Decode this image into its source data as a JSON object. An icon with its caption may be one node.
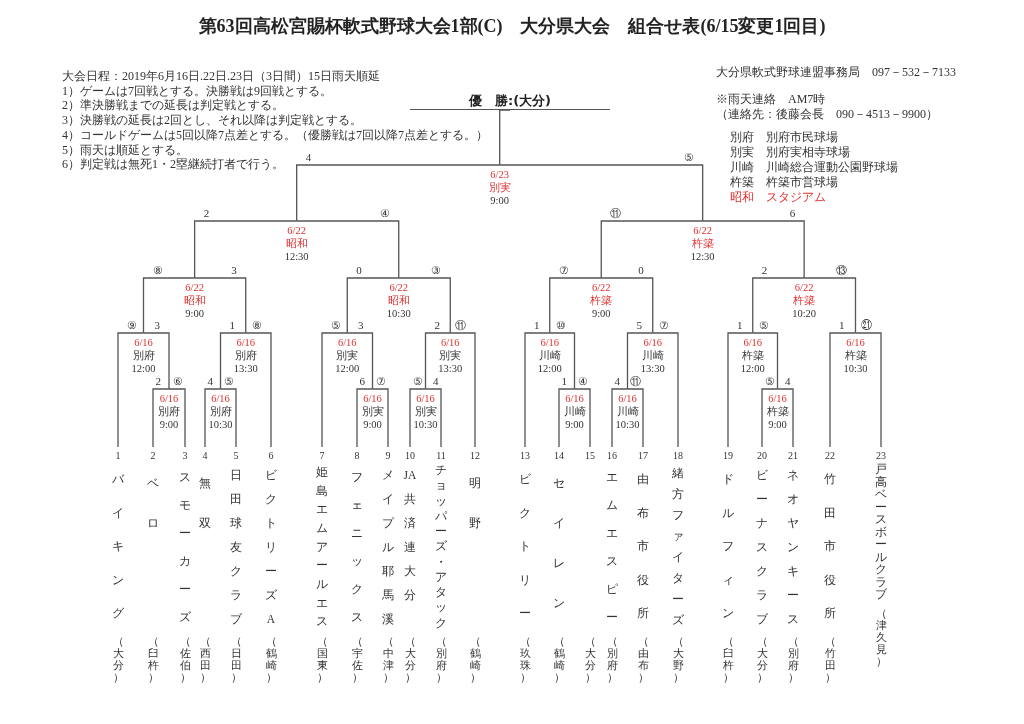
{
  "diagram": {
    "title": "第63回高松宮賜杯軟式野球大会1部(C)　大分県大会　組合せ表(6/15変更1回目)",
    "nodes": [
      {
        "text": [
          "優　勝:(大分)"
        ]
      },
      {
        "text": [
          "6/23",
          "別実",
          "9:00"
        ]
      },
      {
        "text": [
          "6/22",
          "昭和",
          "12:30"
        ]
      },
      {
        "text": [
          "6/22",
          "杵築",
          "12:30"
        ]
      },
      {
        "text": [
          "6/22",
          "昭和",
          "9:00"
        ]
      },
      {
        "text": [
          "6/22",
          "昭和",
          "10:30"
        ]
      },
      {
        "text": [
          "6/22",
          "杵築",
          "9:00"
        ]
      },
      {
        "text": [
          "6/22",
          "杵築",
          "10:20"
        ]
      },
      {
        "text": [
          "6/16",
          "別府",
          "12:00"
        ]
      },
      {
        "text": [
          "6/16",
          "別府",
          "13:30"
        ]
      },
      {
        "text": [
          "6/16",
          "別実",
          "12:00"
        ]
      },
      {
        "text": [
          "6/16",
          "別実",
          "13:30"
        ]
      },
      {
        "text": [
          "6/16",
          "川崎",
          "12:00"
        ]
      },
      {
        "text": [
          "6/16",
          "川崎",
          "13:30"
        ]
      },
      {
        "text": [
          "6/16",
          "杵築",
          "12:00"
        ]
      },
      {
        "text": [
          "6/16",
          "杵築",
          "10:30"
        ]
      },
      {
        "text": [
          "6/16",
          "別府",
          "9:00"
        ]
      },
      {
        "text": [
          "6/16",
          "別府",
          "10:30"
        ]
      },
      {
        "text": [
          "6/16",
          "別実",
          "9:00"
        ]
      },
      {
        "text": [
          "6/16",
          "別実",
          "10:30"
        ]
      },
      {
        "text": [
          "6/16",
          "川崎",
          "9:00"
        ]
      },
      {
        "text": [
          "6/16",
          "川崎",
          "10:30"
        ]
      },
      {
        "text": [
          "6/16",
          "杵築",
          "9:00"
        ]
      },
      {
        "text": [
          "バイキング",
          "（大分）"
        ],
        "beside": [
          "1"
        ]
      },
      {
        "text": [
          "ベロ",
          "（臼杵）"
        ],
        "beside": [
          "2"
        ]
      },
      {
        "text": [
          "スモーカーズ",
          "（佐伯）"
        ],
        "beside": [
          "3"
        ]
      },
      {
        "text": [
          "無双",
          "（西田）"
        ],
        "beside": [
          "4"
        ]
      },
      {
        "text": [
          "日田球友クラブ",
          "（日田）"
        ],
        "beside": [
          "5"
        ]
      },
      {
        "text": [
          "ビクトリーズA",
          "（鶴崎）"
        ],
        "beside": [
          "6"
        ]
      },
      {
        "text": [
          "姫島エムアールエス",
          "（国東）"
        ],
        "beside": [
          "7"
        ]
      },
      {
        "text": [
          "フェニックス",
          "（宇佐）"
        ],
        "beside": [
          "8"
        ]
      },
      {
        "text": [
          "メイプル耶馬溪",
          "（中津）"
        ],
        "beside": [
          "9"
        ]
      },
      {
        "text": [
          "JA共済連大分",
          "（大分）"
        ],
        "beside": [
          "10"
        ]
      },
      {
        "text": [
          "チョッパーズ・アタック",
          "（別府）"
        ],
        "beside": [
          "11"
        ]
      },
      {
        "text": [
          "明野",
          "（鶴崎）"
        ],
        "beside": [
          "12"
        ]
      },
      {
        "text": [
          "ビクトリー",
          "（玖珠）"
        ],
        "beside": [
          "13"
        ]
      },
      {
        "text": [
          "セイレン",
          "（鶴崎）"
        ],
        "beside": [
          "14"
        ]
      },
      {
        "text": [
          "（大分）"
        ],
        "beside": [
          "15"
        ]
      },
      {
        "text": [
          "エムエスピー",
          "（別府）"
        ],
        "beside": [
          "16"
        ]
      },
      {
        "text": [
          "由布市役所",
          "（由布）"
        ],
        "beside": [
          "17"
        ]
      },
      {
        "text": [
          "緒方ファイターズ",
          "（大野）"
        ],
        "beside": [
          "18"
        ]
      },
      {
        "text": [
          "ドルフィン",
          "（臼杵）"
        ],
        "beside": [
          "19"
        ]
      },
      {
        "text": [
          "ビーナスクラブ",
          "（大分）"
        ],
        "beside": [
          "20"
        ]
      },
      {
        "text": [
          "ネオヤンキース",
          "（別府）"
        ],
        "beside": [
          "21"
        ]
      },
      {
        "text": [
          "竹田市役所",
          "（竹田）"
        ],
        "beside": [
          "22"
        ]
      },
      {
        "text": [
          "戸高ベースボールクラブ",
          "（津久見）"
        ],
        "beside": [
          "23"
        ]
      }
    ],
    "edges": [
      {
        "from": 1,
        "to": 0,
        "arrow": "none"
      },
      {
        "from": 2,
        "to": 1,
        "arrow": "none",
        "label": "4"
      },
      {
        "from": 3,
        "to": 1,
        "arrow": "none",
        "label": "⑤"
      },
      {
        "from": 4,
        "to": 2,
        "arrow": "none",
        "label": "2"
      },
      {
        "from": 5,
        "to": 2,
        "arrow": "none",
        "label": "④"
      },
      {
        "from": 6,
        "to": 3,
        "arrow": "none",
        "label": "⑪"
      },
      {
        "from": 7,
        "to": 3,
        "arrow": "none",
        "label": "6"
      },
      {
        "from": 8,
        "to": 4,
        "arrow": "none",
        "label": "⑧"
      },
      {
        "from": 9,
        "to": 4,
        "arrow": "none",
        "label": "3"
      },
      {
        "from": 10,
        "to": 5,
        "arrow": "none",
        "label": "0"
      },
      {
        "from": 11,
        "to": 5,
        "arrow": "none",
        "label": "③"
      },
      {
        "from": 12,
        "to": 6,
        "arrow": "none",
        "label": "⑦"
      },
      {
        "from": 13,
        "to": 6,
        "arrow": "none",
        "label": "0"
      },
      {
        "from": 14,
        "to": 7,
        "arrow": "none",
        "label": "2"
      },
      {
        "from": 15,
        "to": 7,
        "arrow": "none",
        "label": "⑬"
      },
      {
        "from": 23,
        "to": 8,
        "arrow": "none",
        "label": "⑨"
      },
      {
        "from": 16,
        "to": 8,
        "arrow": "none",
        "label": "3"
      },
      {
        "from": 17,
        "to": 9,
        "arrow": "none",
        "label": "1"
      },
      {
        "from": 28,
        "to": 9,
        "arrow": "none",
        "label": "⑧"
      },
      {
        "from": 29,
        "to": 10,
        "arrow": "none",
        "label": "⑤"
      },
      {
        "from": 18,
        "to": 10,
        "arrow": "none",
        "label": "3"
      },
      {
        "from": 19,
        "to": 11,
        "arrow": "none",
        "label": "2"
      },
      {
        "from": 34,
        "to": 11,
        "arrow": "none",
        "label": "⑪"
      },
      {
        "from": 35,
        "to": 12,
        "arrow": "none",
        "label": "1"
      },
      {
        "from": 20,
        "to": 12,
        "arrow": "none",
        "label": "⑩"
      },
      {
        "from": 21,
        "to": 13,
        "arrow": "none",
        "label": "5"
      },
      {
        "from": 40,
        "to": 13,
        "arrow": "none",
        "label": "⑦"
      },
      {
        "from": 41,
        "to": 14,
        "arrow": "none",
        "label": "1"
      },
      {
        "from": 22,
        "to": 14,
        "arrow": "none",
        "label": "⑤"
      },
      {
        "from": 44,
        "to": 15,
        "arrow": "none",
        "label": "1"
      },
      {
        "from": 45,
        "to": 15,
        "arrow": "none",
        "label": "㉑"
      },
      {
        "from": 24,
        "to": 16,
        "arrow": "none",
        "label": "2"
      },
      {
        "from": 25,
        "to": 16,
        "arrow": "none",
        "label": "⑥"
      },
      {
        "from": 26,
        "to": 17,
        "arrow": "none",
        "label": "4"
      },
      {
        "from": 27,
        "to": 17,
        "arrow": "none",
        "label": "⑤"
      },
      {
        "from": 30,
        "to": 18,
        "arrow": "none",
        "label": "6"
      },
      {
        "from": 31,
        "to": 18,
        "arrow": "none",
        "label": "⑦"
      },
      {
        "from": 32,
        "to": 19,
        "arrow": "none",
        "label": "⑤"
      },
      {
        "from": 33,
        "to": 19,
        "arrow": "none",
        "label": "4"
      },
      {
        "from": 36,
        "to": 20,
        "arrow": "none",
        "label": "1"
      },
      {
        "from": 37,
        "to": 20,
        "arrow": "none",
        "label": "④"
      },
      {
        "from": 38,
        "to": 21,
        "arrow": "none",
        "label": "4"
      },
      {
        "from": 39,
        "to": 21,
        "arrow": "none",
        "label": "⑪"
      },
      {
        "from": 42,
        "to": 22,
        "arrow": "none",
        "label": "⑤"
      },
      {
        "from": 43,
        "to": 22,
        "arrow": "none",
        "label": "4"
      }
    ],
    "labels": [
      "大会日程：2019年6月16日.22日.23日（3日間）15日雨天順延",
      "1）ゲームは7回戦とする。決勝戦は9回戦とする。",
      "2）準決勝戦までの延長は判定戦とする。",
      "3）決勝戦の延長は2回とし、それ以降は判定戦とする。",
      "4）コールドゲームは5回以降7点差とする。（優勝戦は7回以降7点差とする。）",
      "5）雨天は順延とする。",
      "6）判定戦は無死1・2塁継続打者で行う。",
      "大分県軟式野球連盟事務局　097－532－7133",
      "※雨天連絡　AM7時",
      "（連絡先：後藤会長　090－4513－9900）",
      "別府　別府市民球場",
      "別実　別府実相寺球場",
      "川崎　川崎総合運動公園野球場",
      "杵築　杵築市営球場",
      "昭和　スタジアム"
    ]
  }
}
